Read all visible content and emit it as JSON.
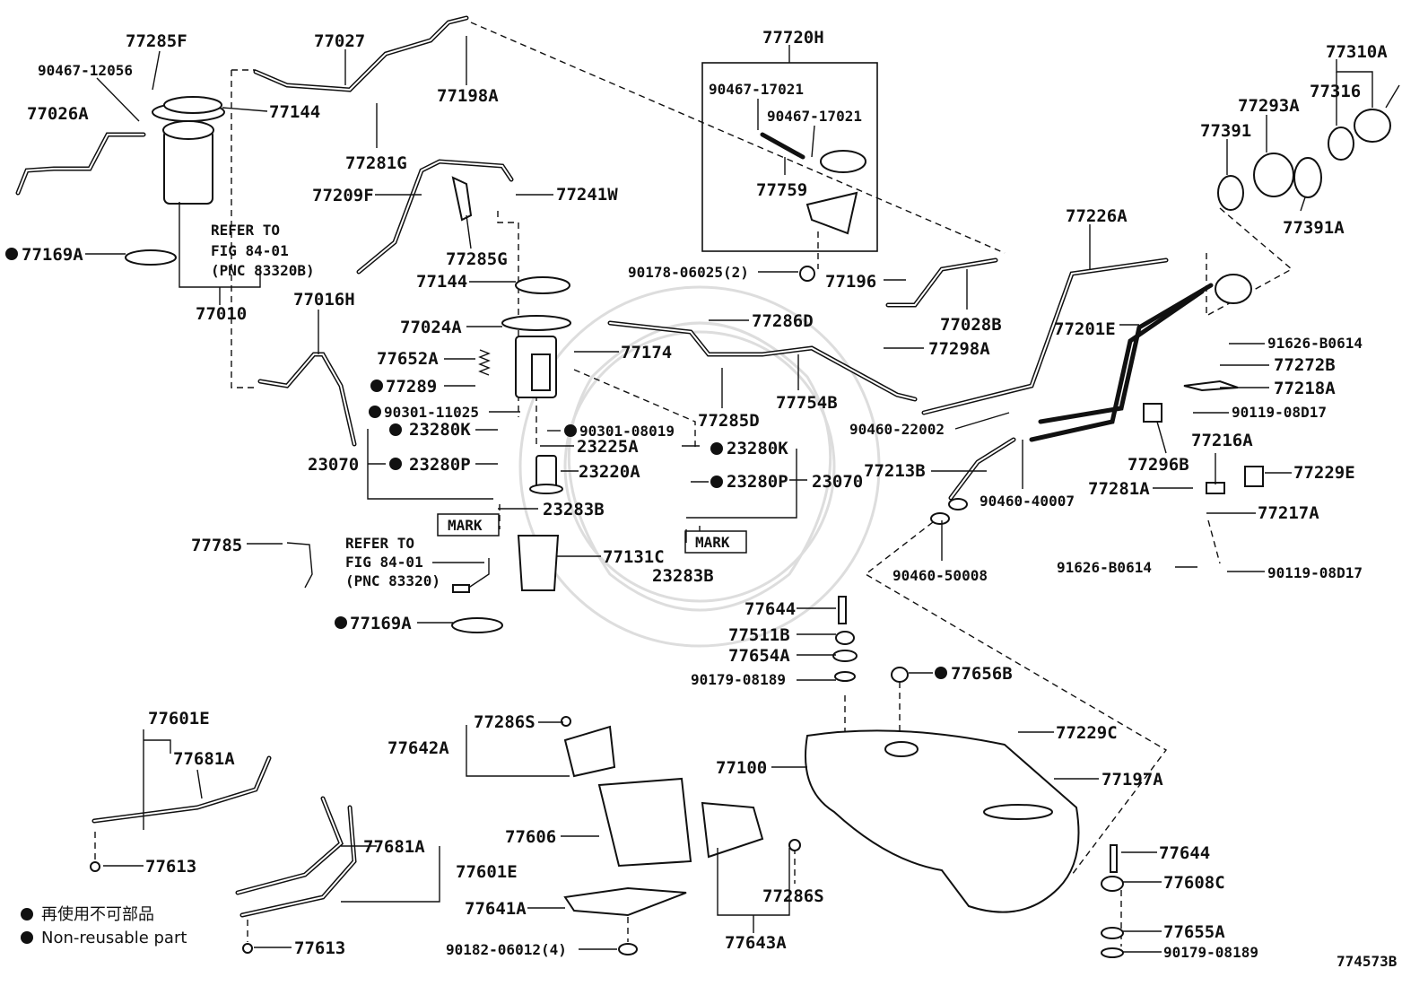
{
  "diagram_id": "774573B",
  "labels": {
    "p77285F": "77285F",
    "p77027": "77027",
    "p90467_12056": "90467-12056",
    "p77026A": "77026A",
    "p77144a": "77144",
    "p77198A": "77198A",
    "p77281G": "77281G",
    "p77720H": "77720H",
    "p90467_17021a": "90467-17021",
    "p90467_17021b": "90467-17021",
    "p77759": "77759",
    "p90178_06025": "90178-06025(2)",
    "p77196": "77196",
    "p77028B": "77028B",
    "p77310A": "77310A",
    "p77316": "77316",
    "p77293A": "77293A",
    "p77391": "77391",
    "p77391A": "77391A",
    "p77226A": "77226A",
    "p77201E": "77201E",
    "p77209F": "77209F",
    "p77241W": "77241W",
    "p77285G": "77285G",
    "p77144b": "77144",
    "p77169A_a": "77169A",
    "p77010": "77010",
    "p77016H": "77016H",
    "p77024A": "77024A",
    "p77174": "77174",
    "p77286D": "77286D",
    "p77298A": "77298A",
    "p77652A": "77652A",
    "p77289": "77289",
    "p90301_11025": "90301-11025",
    "p90301_08019": "90301-08019",
    "p77754B": "77754B",
    "p77285D": "77285D",
    "p90460_22002": "90460-22002",
    "p91626_B0614a": "91626-B0614",
    "p77272B": "77272B",
    "p77218A": "77218A",
    "p90119_08D17a": "90119-08D17",
    "p23280K_a": "23280K",
    "p23225A": "23225A",
    "p23280K_b": "23280K",
    "p23070a": "23070",
    "p23280P_a": "23280P",
    "p23220A": "23220A",
    "p23280P_b": "23280P",
    "p23070b": "23070",
    "p77213B": "77213B",
    "p77296B": "77296B",
    "p77216A": "77216A",
    "p77229E": "77229E",
    "p90460_40007": "90460-40007",
    "p77281A": "77281A",
    "p77217A": "77217A",
    "p23283B_a": "23283B",
    "p23283B_b": "23283B",
    "p77785": "77785",
    "p77131C": "77131C",
    "p90460_50008": "90460-50008",
    "p91626_B0614b": "91626-B0614",
    "p90119_08D17b": "90119-08D17",
    "p77644a": "77644",
    "p77511B": "77511B",
    "p77654A": "77654A",
    "p77169A_b": "77169A",
    "p90179_08189a": "90179-08189",
    "p77656B": "77656B",
    "p77601E_a": "77601E",
    "p77681A_a": "77681A",
    "p77286S_a": "77286S",
    "p77642A": "77642A",
    "p77229C": "77229C",
    "p77100": "77100",
    "p77197A": "77197A",
    "p77606": "77606",
    "p77613a": "77613",
    "p77681A_b": "77681A",
    "p77601E_b": "77601E",
    "p77644b": "77644",
    "p77608C": "77608C",
    "p77286S_b": "77286S",
    "p77641A": "77641A",
    "p77655A": "77655A",
    "p90182_06012": "90182-06012(4)",
    "p77643A": "77643A",
    "p90179_08189b": "90179-08189",
    "p77613b": "77613"
  },
  "refer_notes": {
    "note1": [
      "REFER TO",
      "FIG 84-01",
      "(PNC 83320B)"
    ],
    "note2": [
      "REFER TO",
      "FIG 84-01",
      "(PNC 83320)"
    ]
  },
  "marks": {
    "mark_a": "MARK",
    "mark_b": "MARK"
  },
  "legend": {
    "line1": "再使用不可部品",
    "line2": "Non-reusable part"
  }
}
